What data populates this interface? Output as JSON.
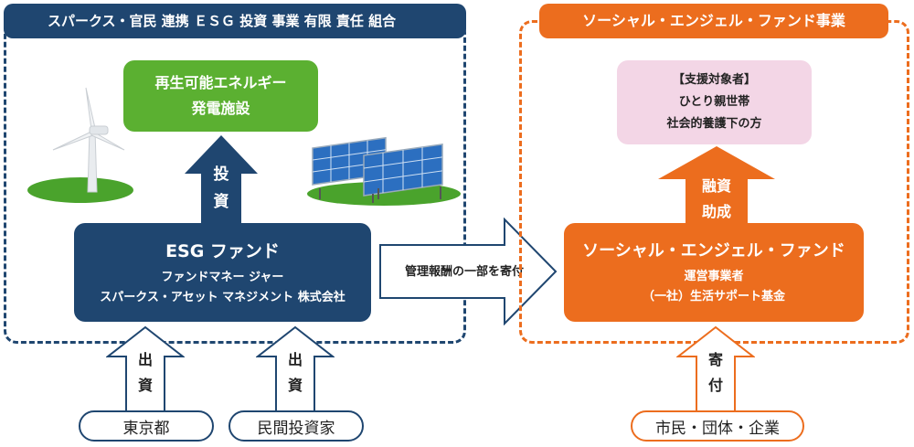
{
  "left_section": {
    "title": "スパークス・官民 連携 ＥＳＧ 投資 事業 有限 責任 組合",
    "renewable_box": {
      "line1": "再生可能エネルギー",
      "line2": "発電施設"
    },
    "invest_arrow": {
      "chars": [
        "投",
        "資"
      ]
    },
    "esg_fund": {
      "title": "ESG ファンド",
      "line1": "ファンドマネー ジャー",
      "line2": "スパークス・アセット マネジメント 株式会社"
    }
  },
  "middle_arrow": {
    "label": "管理報酬の一部を寄付"
  },
  "right_section": {
    "title": "ソーシャル・エンジェル・ファンド事業",
    "target_box": {
      "line1": "【支援対象者】",
      "line2": "ひとり親世帯",
      "line3": "社会的養護下の方"
    },
    "loan_arrow": {
      "line1": "融資",
      "line2": "助成"
    },
    "social_fund": {
      "title": "ソーシャル・エンジェル・ファンド",
      "line1": "運営事業者",
      "line2": "（一社）生活サポート基金"
    }
  },
  "bottom": {
    "tokyo": {
      "label": "東京都",
      "arrow_chars": [
        "出",
        "資"
      ]
    },
    "private": {
      "label": "民間投資家",
      "arrow_chars": [
        "出",
        "資"
      ]
    },
    "citizens": {
      "label": "市民・団体・企業",
      "arrow_chars": [
        "寄",
        "付"
      ]
    }
  },
  "colors": {
    "navy": "#1f4670",
    "orange": "#ec6d1e",
    "green": "#5bb031",
    "pink": "#f3d6e6"
  }
}
